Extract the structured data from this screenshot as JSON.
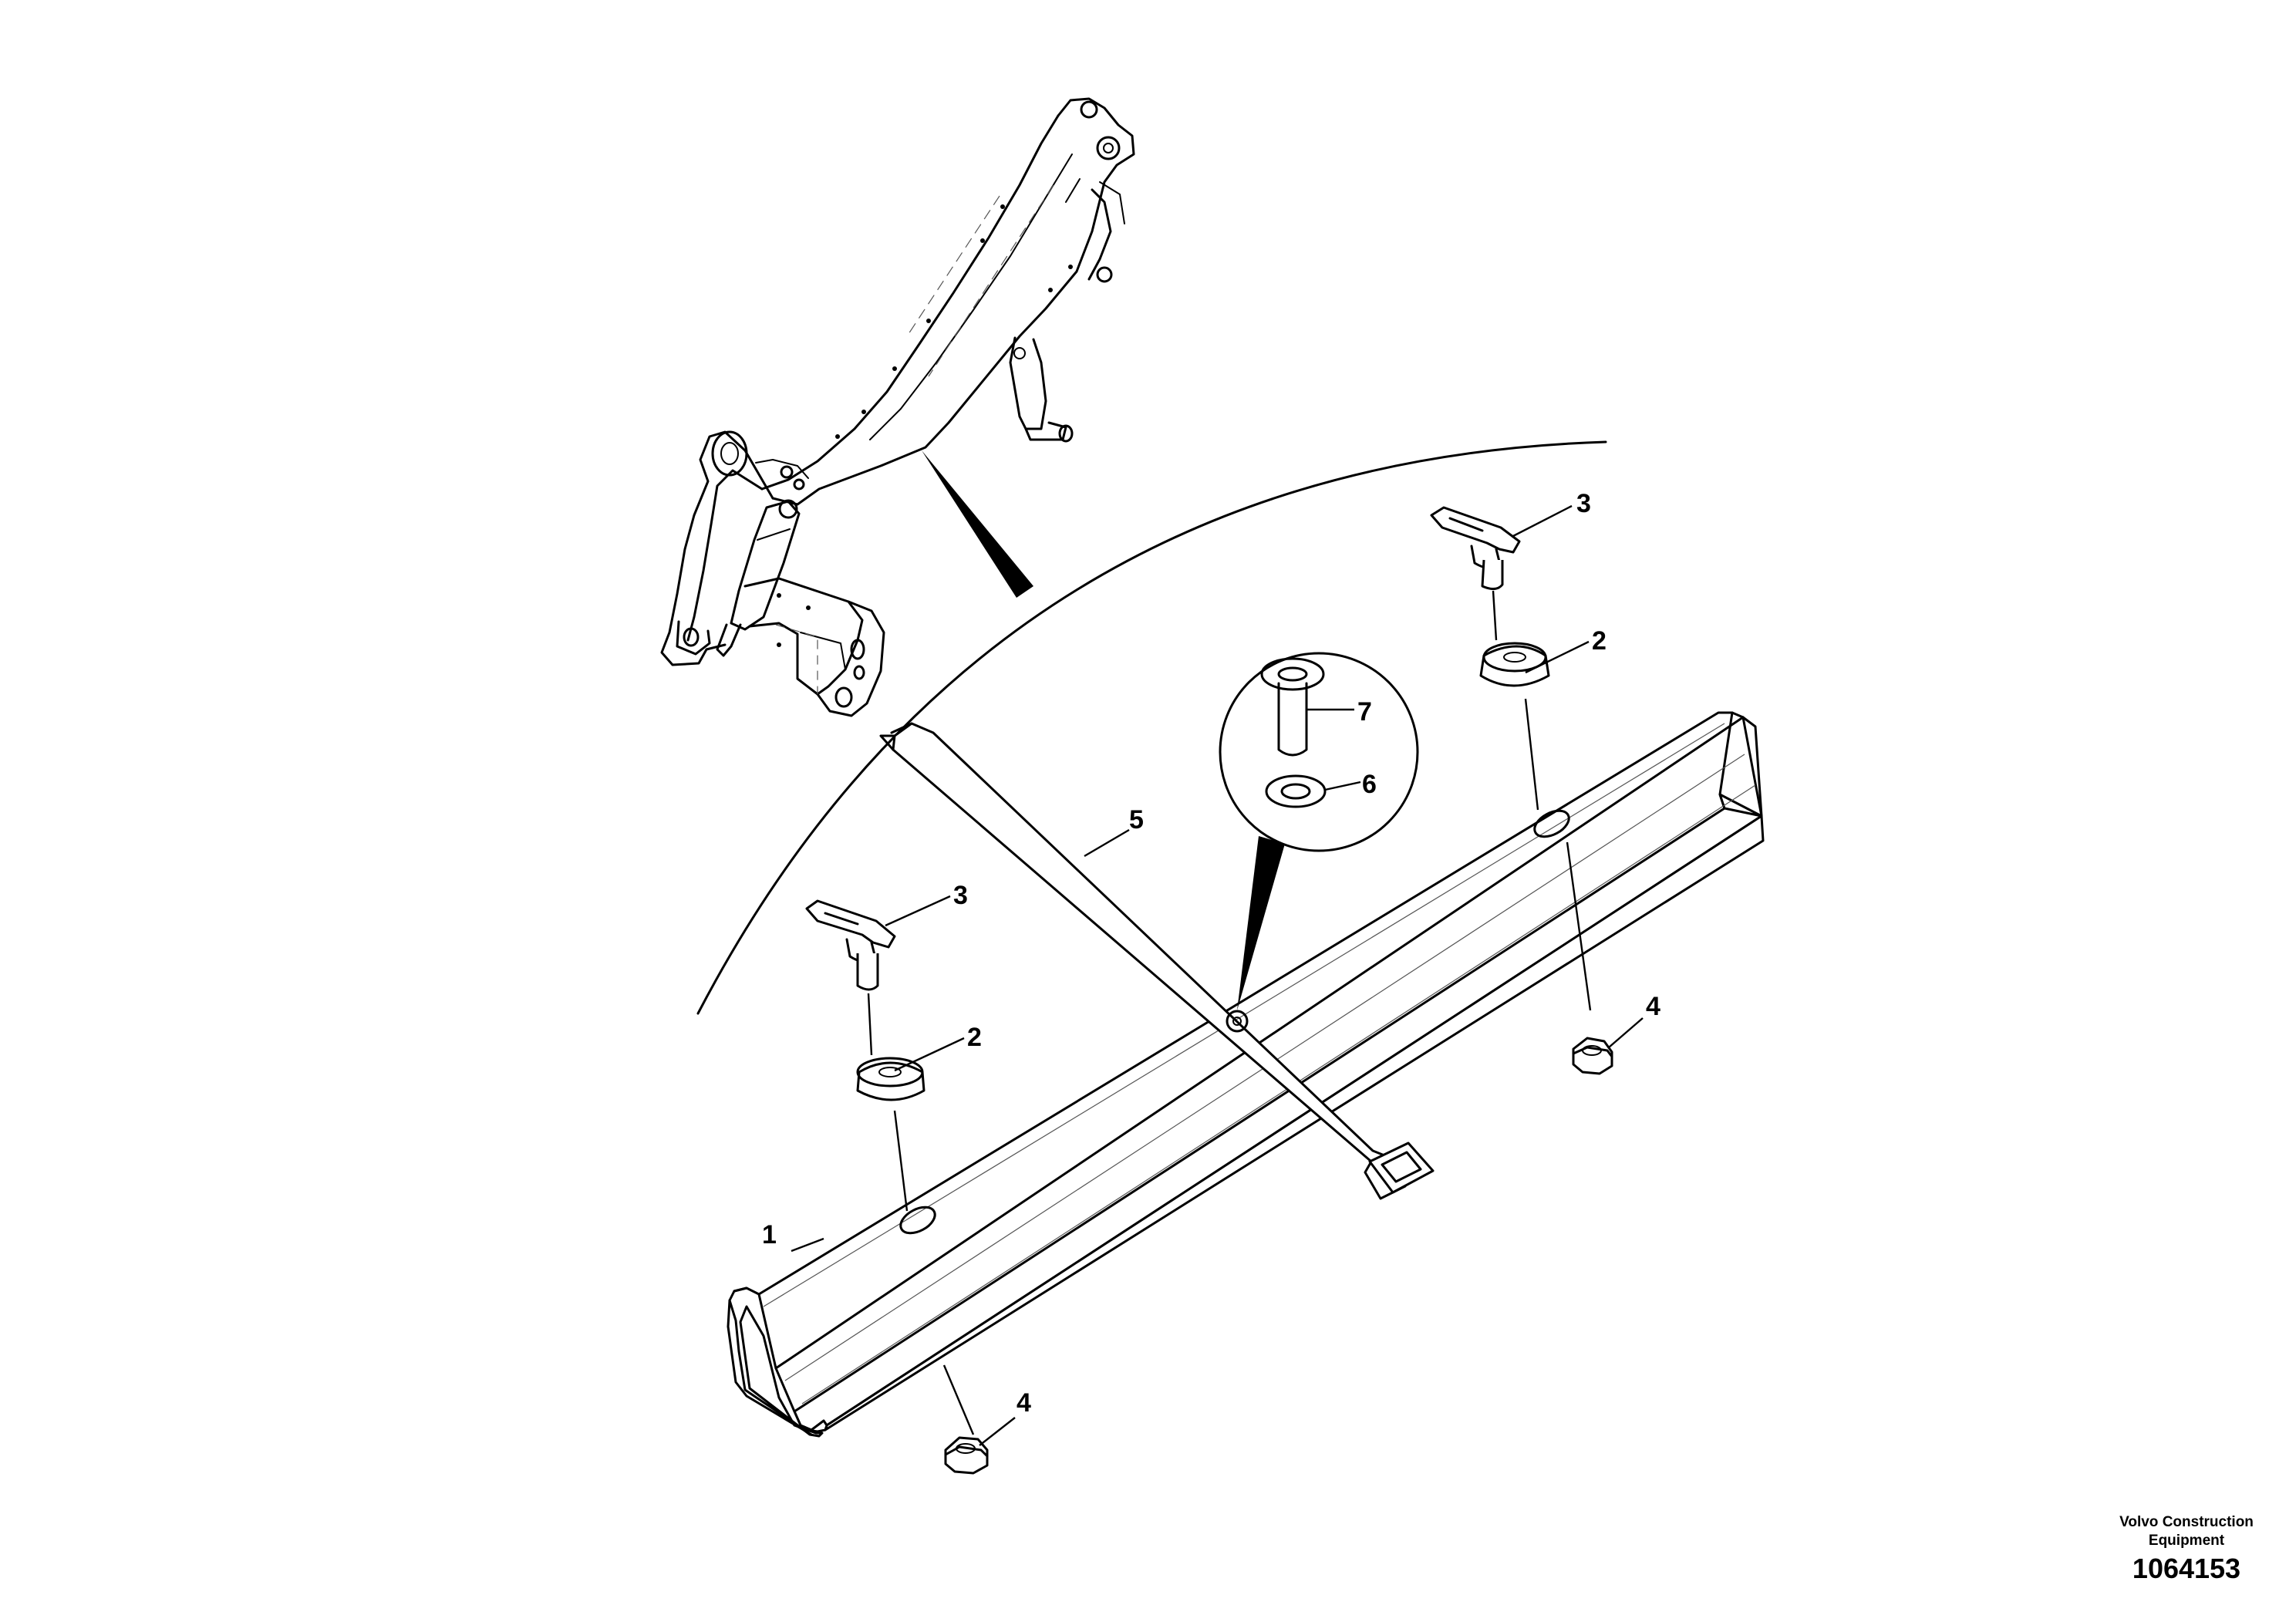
{
  "callouts": [
    {
      "label": "1"
    },
    {
      "label": "2"
    },
    {
      "label": "2"
    },
    {
      "label": "3"
    },
    {
      "label": "3"
    },
    {
      "label": "4"
    },
    {
      "label": "4"
    },
    {
      "label": "5"
    },
    {
      "label": "6"
    },
    {
      "label": "7"
    }
  ],
  "credit": {
    "maker_line1": "Volvo Construction",
    "maker_line2": "Equipment",
    "drawing_number": "1064153"
  }
}
